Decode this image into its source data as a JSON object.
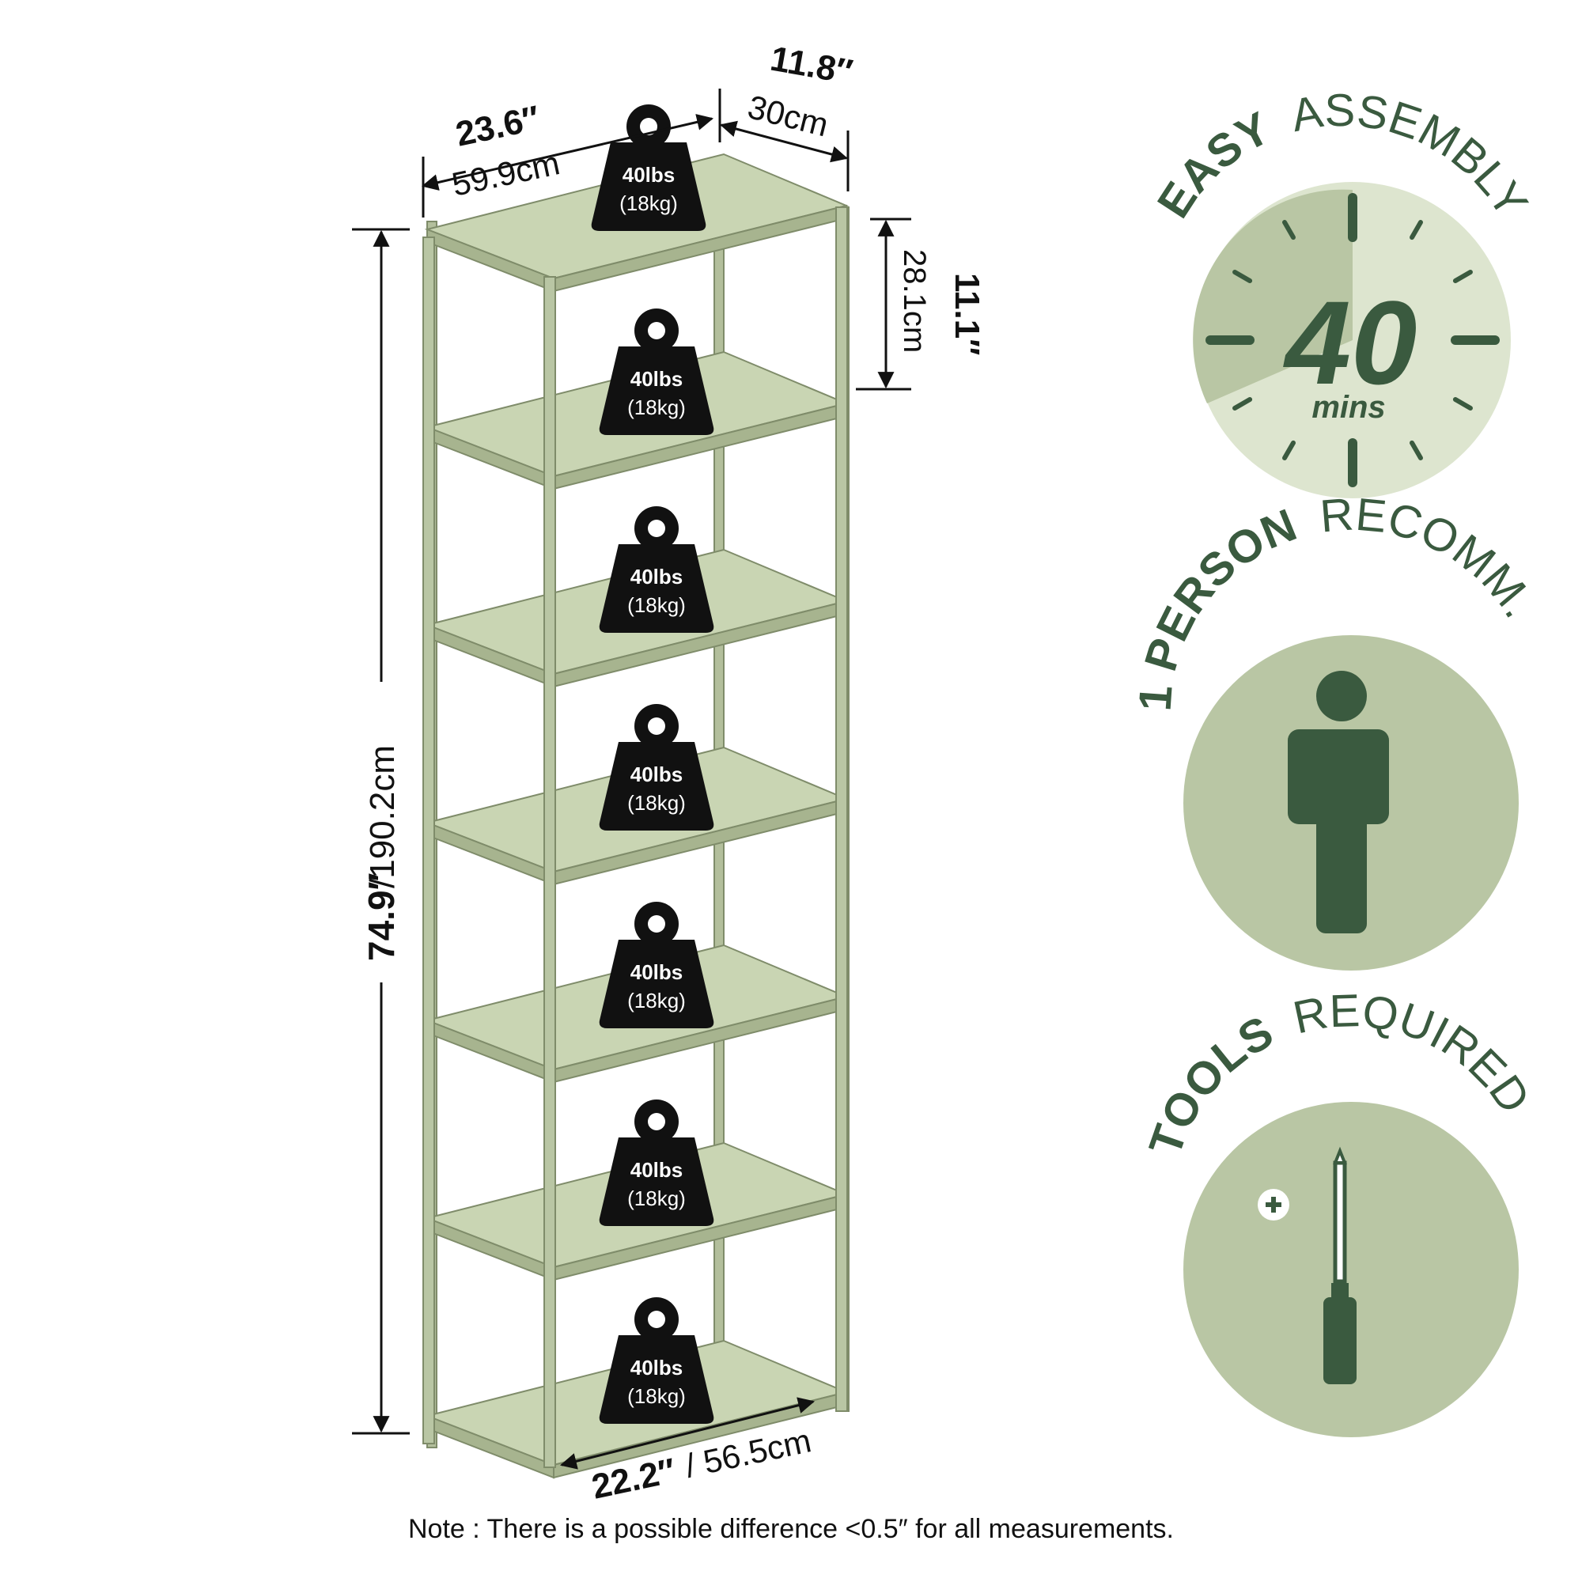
{
  "dimensions": {
    "width_in": "23.6″",
    "width_cm": "59.9cm",
    "depth_in": "11.8″",
    "depth_cm": "30cm",
    "shelf_gap_in": "11.1″",
    "shelf_gap_cm": "28.1cm",
    "height_in": "74.9″",
    "height_cm": "/190.2cm",
    "inner_width_in": "22.2″",
    "inner_width_cm": "/ 56.5cm"
  },
  "shelf_capacity": {
    "lbs": "40lbs",
    "kg": "(18kg)",
    "shelf_count": 7
  },
  "features": {
    "assembly": {
      "bold": "EASY",
      "regular": "ASSEMBLY",
      "time_value": "40",
      "time_unit": "mins"
    },
    "person": {
      "bold": "1 PERSON",
      "regular": "RECOMM."
    },
    "tools": {
      "bold": "TOOLS",
      "regular": "REQUIRED"
    }
  },
  "note": "Note : There is a possible difference <0.5″ for all measurements.",
  "colors": {
    "dark_green": "#3a5a3f",
    "sage": "#b9c6a4",
    "light_sage": "#dde5cf",
    "shelf": "#c9d5b3",
    "frame": "#a7b48f"
  }
}
